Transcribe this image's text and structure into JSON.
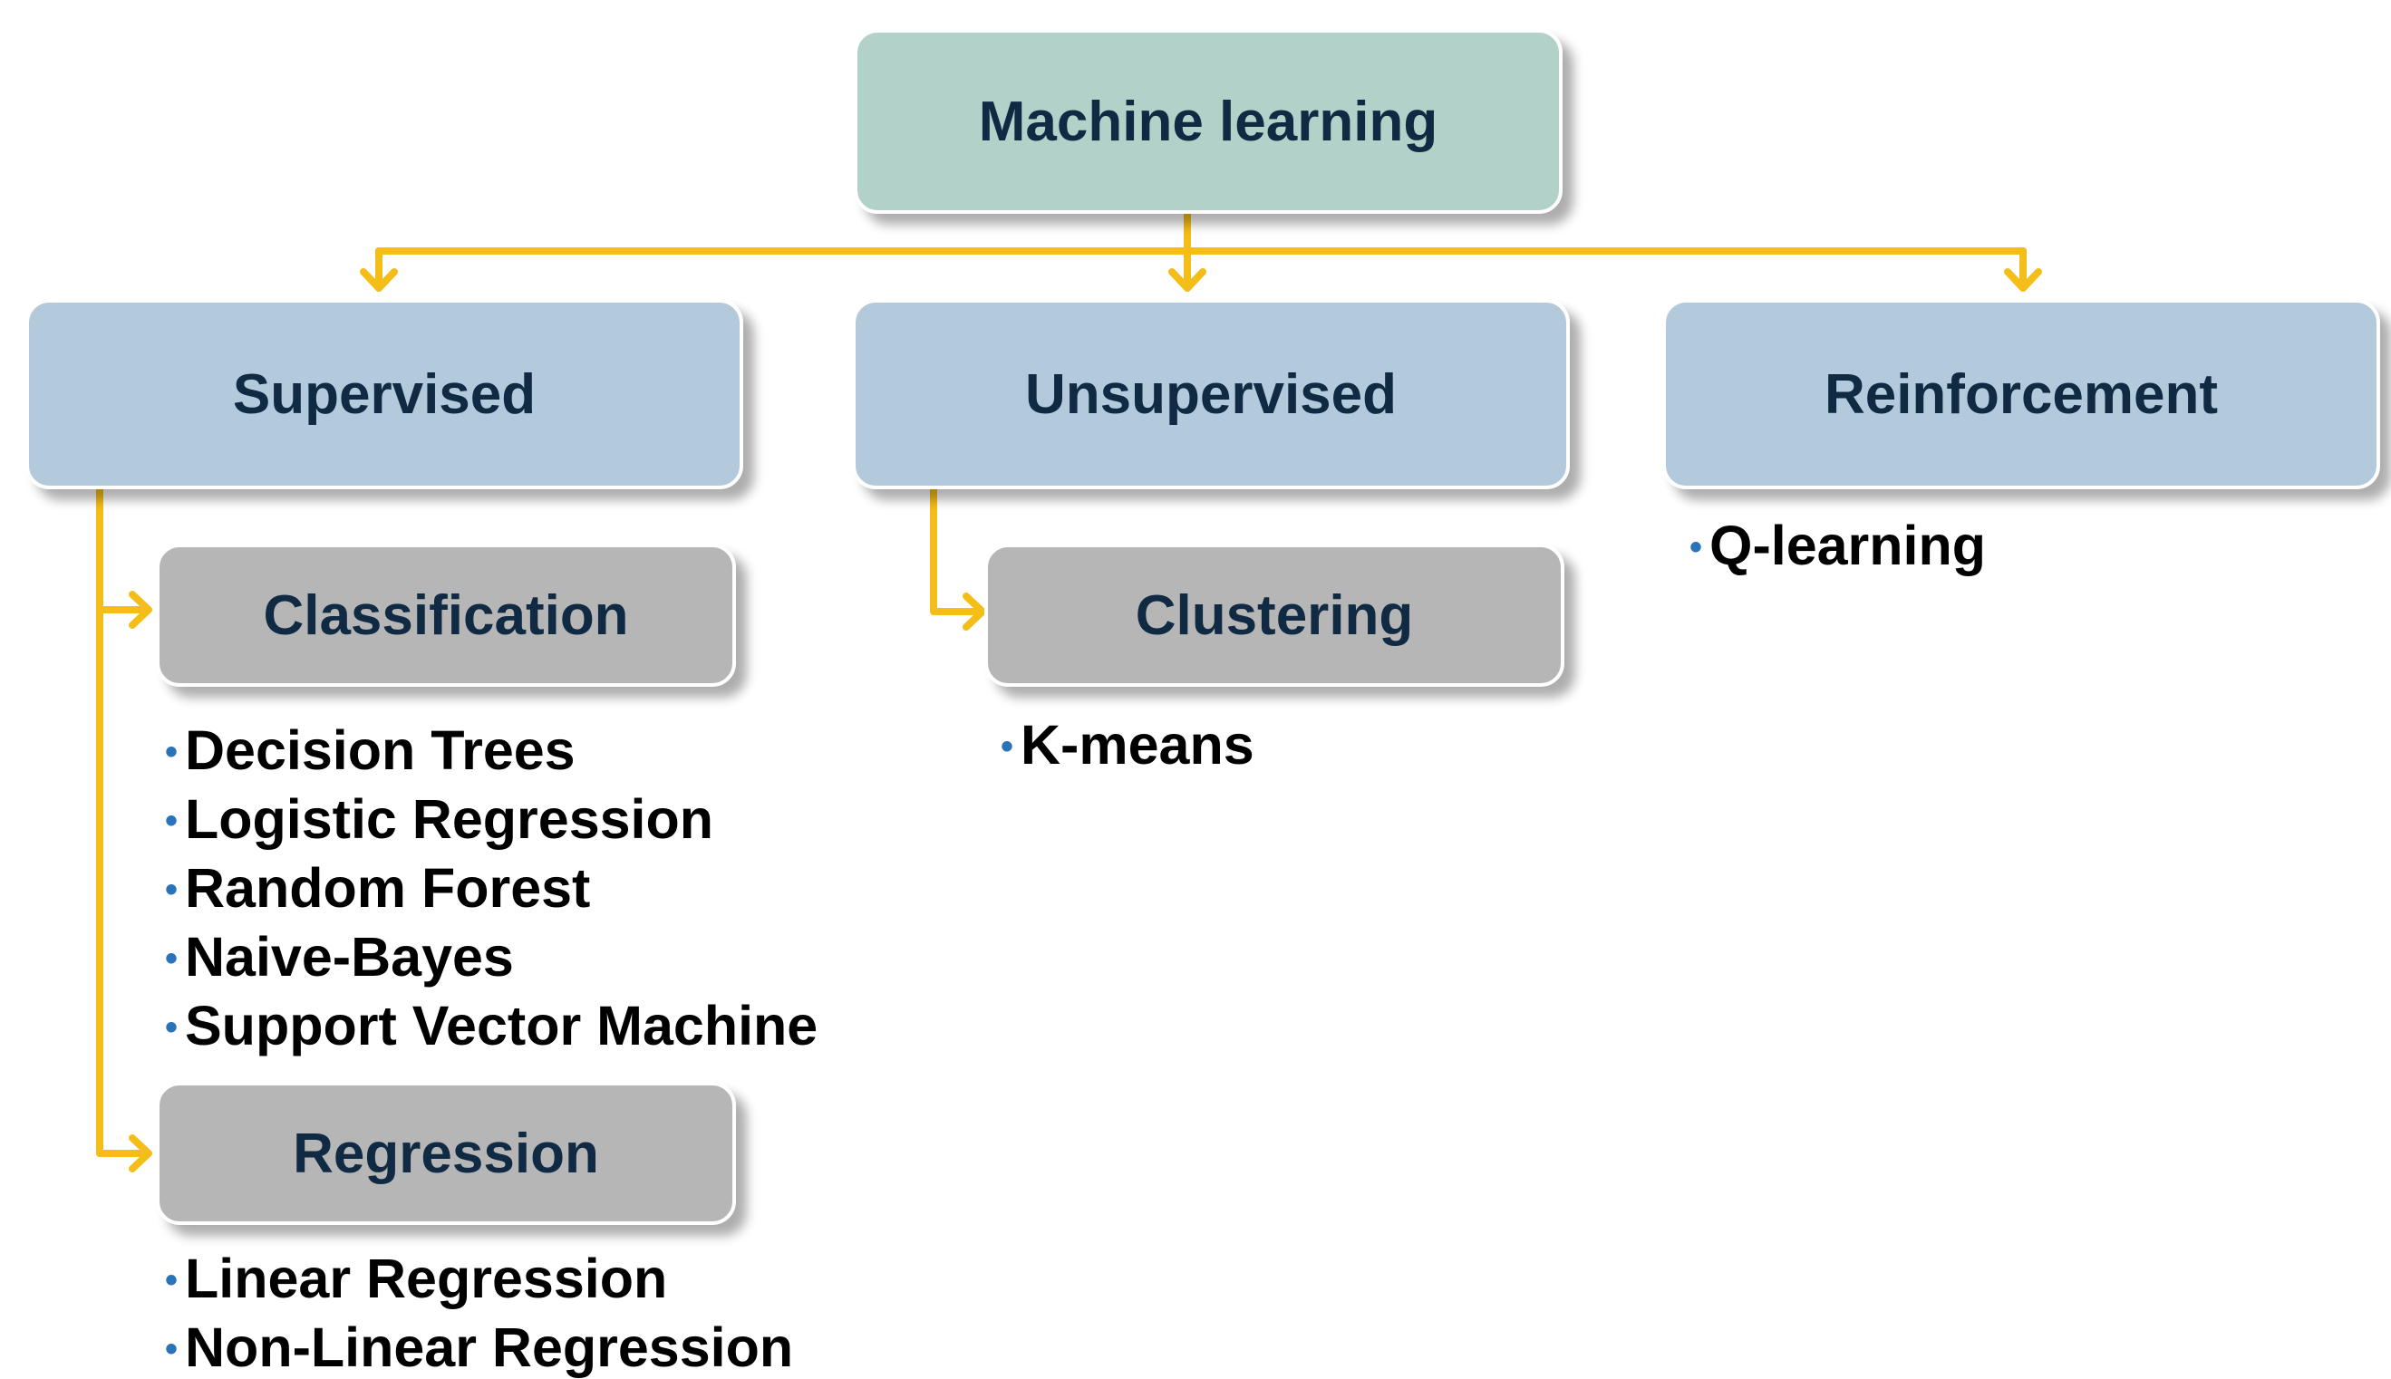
{
  "colors": {
    "root_fill": "#b2d2c9",
    "category_fill": "#b3cadc",
    "subcategory_fill": "#b6b6b6",
    "connector": "#f5bd18",
    "bullet": "#2a73b8",
    "label_text": "#102a44"
  },
  "bullet_glyph": "•",
  "root": {
    "label": "Machine learning"
  },
  "categories": {
    "supervised": {
      "label": "Supervised",
      "subcategories": {
        "classification": {
          "label": "Classification",
          "items": [
            "Decision Trees",
            "Logistic Regression",
            "Random Forest",
            "Naive-Bayes",
            "Support Vector Machine"
          ]
        },
        "regression": {
          "label": "Regression",
          "items": [
            "Linear Regression",
            "Non-Linear Regression"
          ]
        }
      }
    },
    "unsupervised": {
      "label": "Unsupervised",
      "subcategories": {
        "clustering": {
          "label": "Clustering",
          "items": [
            "K-means"
          ]
        }
      }
    },
    "reinforcement": {
      "label": "Reinforcement",
      "items": [
        "Q-learning"
      ]
    }
  }
}
